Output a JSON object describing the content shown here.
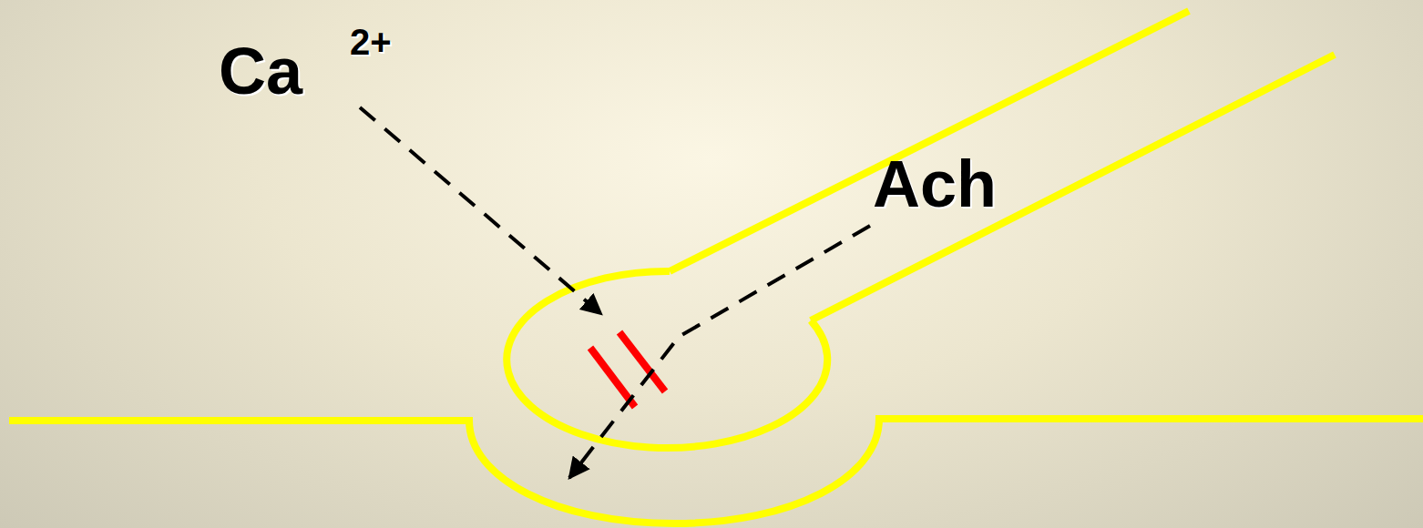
{
  "diagram": {
    "labels": [
      "Ca",
      "2+",
      "Ach"
    ]
  }
}
